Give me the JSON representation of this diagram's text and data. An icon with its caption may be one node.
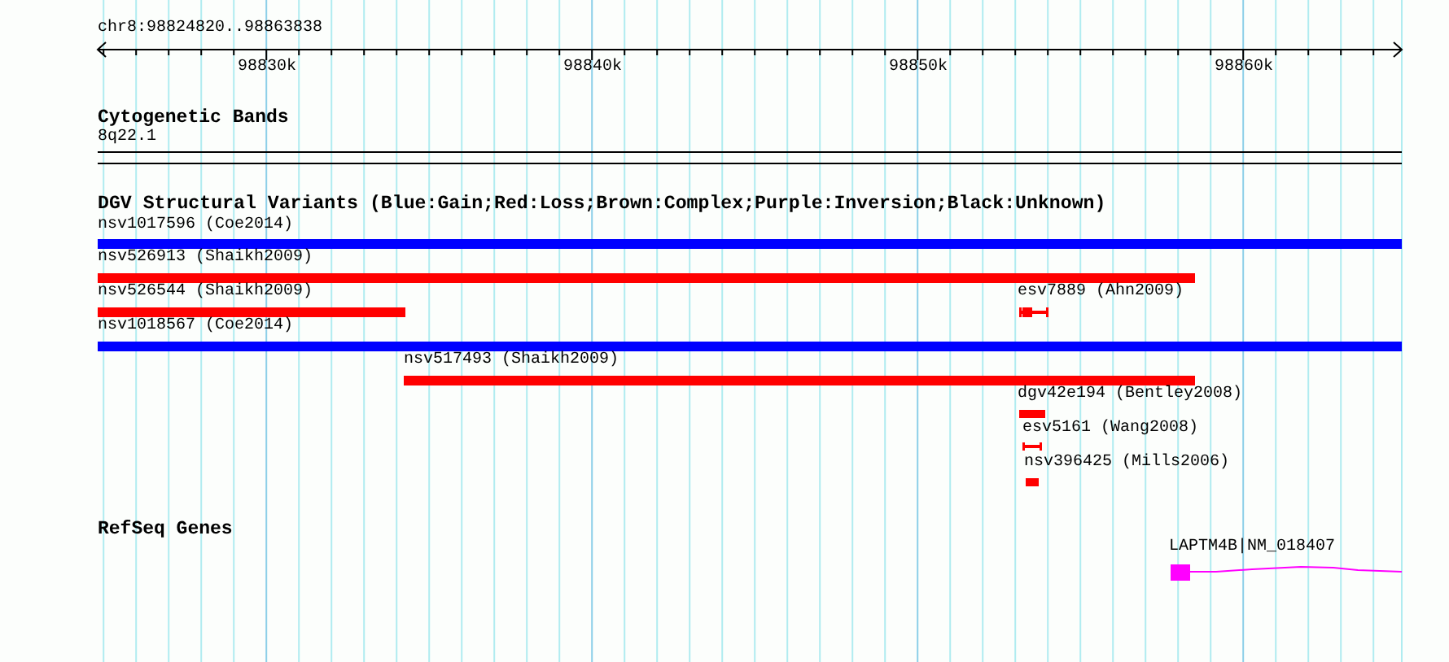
{
  "diagram": {
    "nodes": [
      {
        "text": [
          "nsv1017596 (Coe2014)"
        ]
      },
      {
        "text": [
          "nsv526913 (Shaikh2009)"
        ]
      },
      {
        "text": [
          "nsv526544 (Shaikh2009)"
        ]
      },
      {
        "text": [
          "esv7889 (Ahn2009)"
        ]
      },
      {
        "text": [
          "nsv1018567 (Coe2014)"
        ]
      },
      {
        "text": [
          "nsv517493 (Shaikh2009)"
        ]
      },
      {
        "text": [
          "dgv42e194 (Bentley2008)"
        ]
      },
      {
        "text": [
          "esv5161 (Wang2008)"
        ]
      },
      {
        "text": [
          "nsv396425 (Mills2006)"
        ]
      },
      {
        "text": [
          "LAPTM4B|NM_018407"
        ]
      }
    ],
    "labels": [
      "chr8:98824820..98863838",
      "98830k",
      "98840k",
      "98850k",
      "98860k",
      "Cytogenetic Bands",
      "8q22.1",
      "DGV Structural Variants (Blue:Gain;Red:Loss;Brown:Complex;Purple:Inversion;Black:Unknown)",
      "RefSeq Genes"
    ]
  }
}
